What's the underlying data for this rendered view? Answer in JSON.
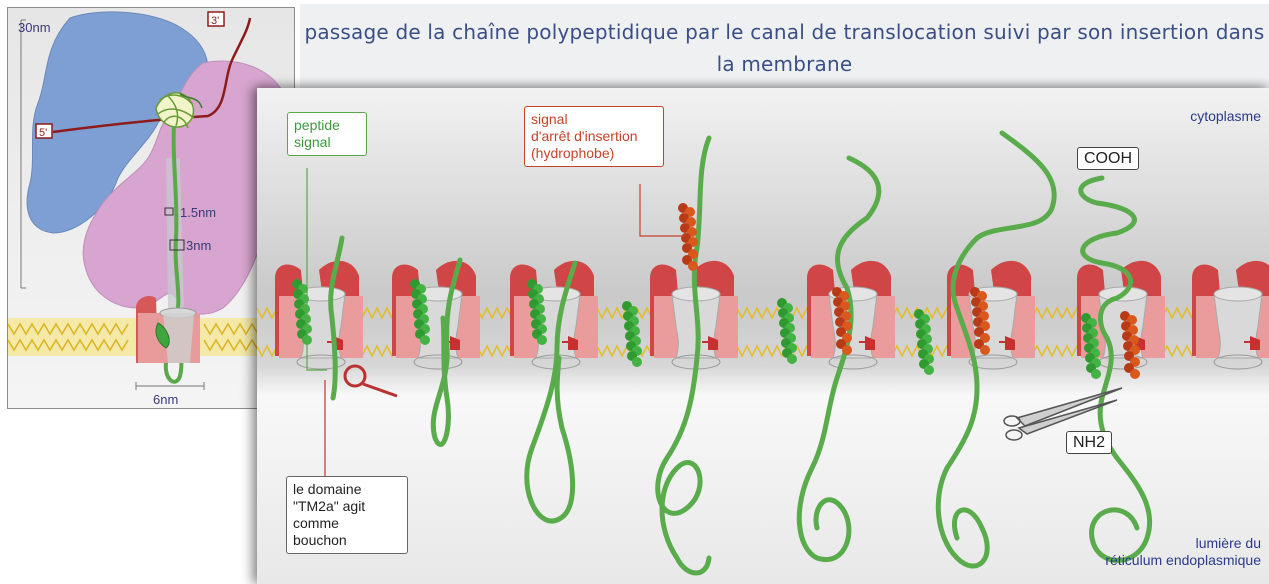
{
  "title": "passage de la chaîne polypeptidique par le canal de translocation suivi par son insertion dans la membrane",
  "inset": {
    "size_label": "30nm",
    "five_prime": "5'",
    "three_prime": "3'",
    "pore_label_1": "1.5nm",
    "pore_label_2": "3nm",
    "width_label": "6nm"
  },
  "main": {
    "cytoplasm": "cytoplasme",
    "peptide_signal": "peptide signal",
    "stop_signal_l1": "signal",
    "stop_signal_l2": "d'arrêt d'insertion",
    "stop_signal_l3": "(hydrophobe)",
    "cooh": "COOH",
    "nh2": "NH2",
    "plug_l1": "le domaine",
    "plug_l2": "\"TM2a\" agit",
    "plug_l3": "comme",
    "plug_l4": "bouchon",
    "lumen_l1": "lumière du",
    "lumen_l2": "réticulum endoplasmique"
  },
  "colors": {
    "title_text": "#3b4f86",
    "chain_green": "#5aa84a",
    "channel_red": "#c93a3a",
    "channel_pink": "#e89a9a",
    "ribosome_blue": "#7e9fd4",
    "ribosome_pink": "#d7a5cf",
    "membrane_yellow": "#e6c53a"
  }
}
